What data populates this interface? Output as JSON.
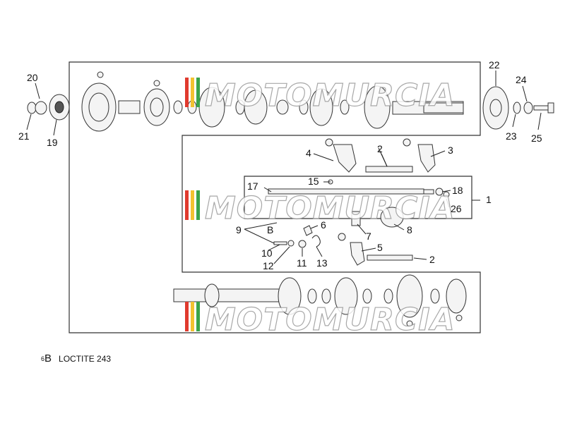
{
  "callouts": {
    "c1": "1",
    "c2a": "2",
    "c2b": "2",
    "c3": "3",
    "c4": "4",
    "c5": "5",
    "c6": "6",
    "c7": "7",
    "c8": "8",
    "c9": "9",
    "c10": "10",
    "c11": "11",
    "c12": "12",
    "c13": "13",
    "c15": "15",
    "c17": "17",
    "c18": "18",
    "c19": "19",
    "c20": "20",
    "c21": "21",
    "c22": "22",
    "c23": "23",
    "c24": "24",
    "c25": "25",
    "c26": "26",
    "cB": "B"
  },
  "watermark": {
    "text": "MOTOMURCIA",
    "colors": [
      "#e03a2e",
      "#f2c230",
      "#3aa34a"
    ]
  },
  "legend": {
    "symbol": "6",
    "letter": "B",
    "label": "LOCTITE 243"
  },
  "colors": {
    "line": "#333333",
    "background": "#ffffff"
  }
}
